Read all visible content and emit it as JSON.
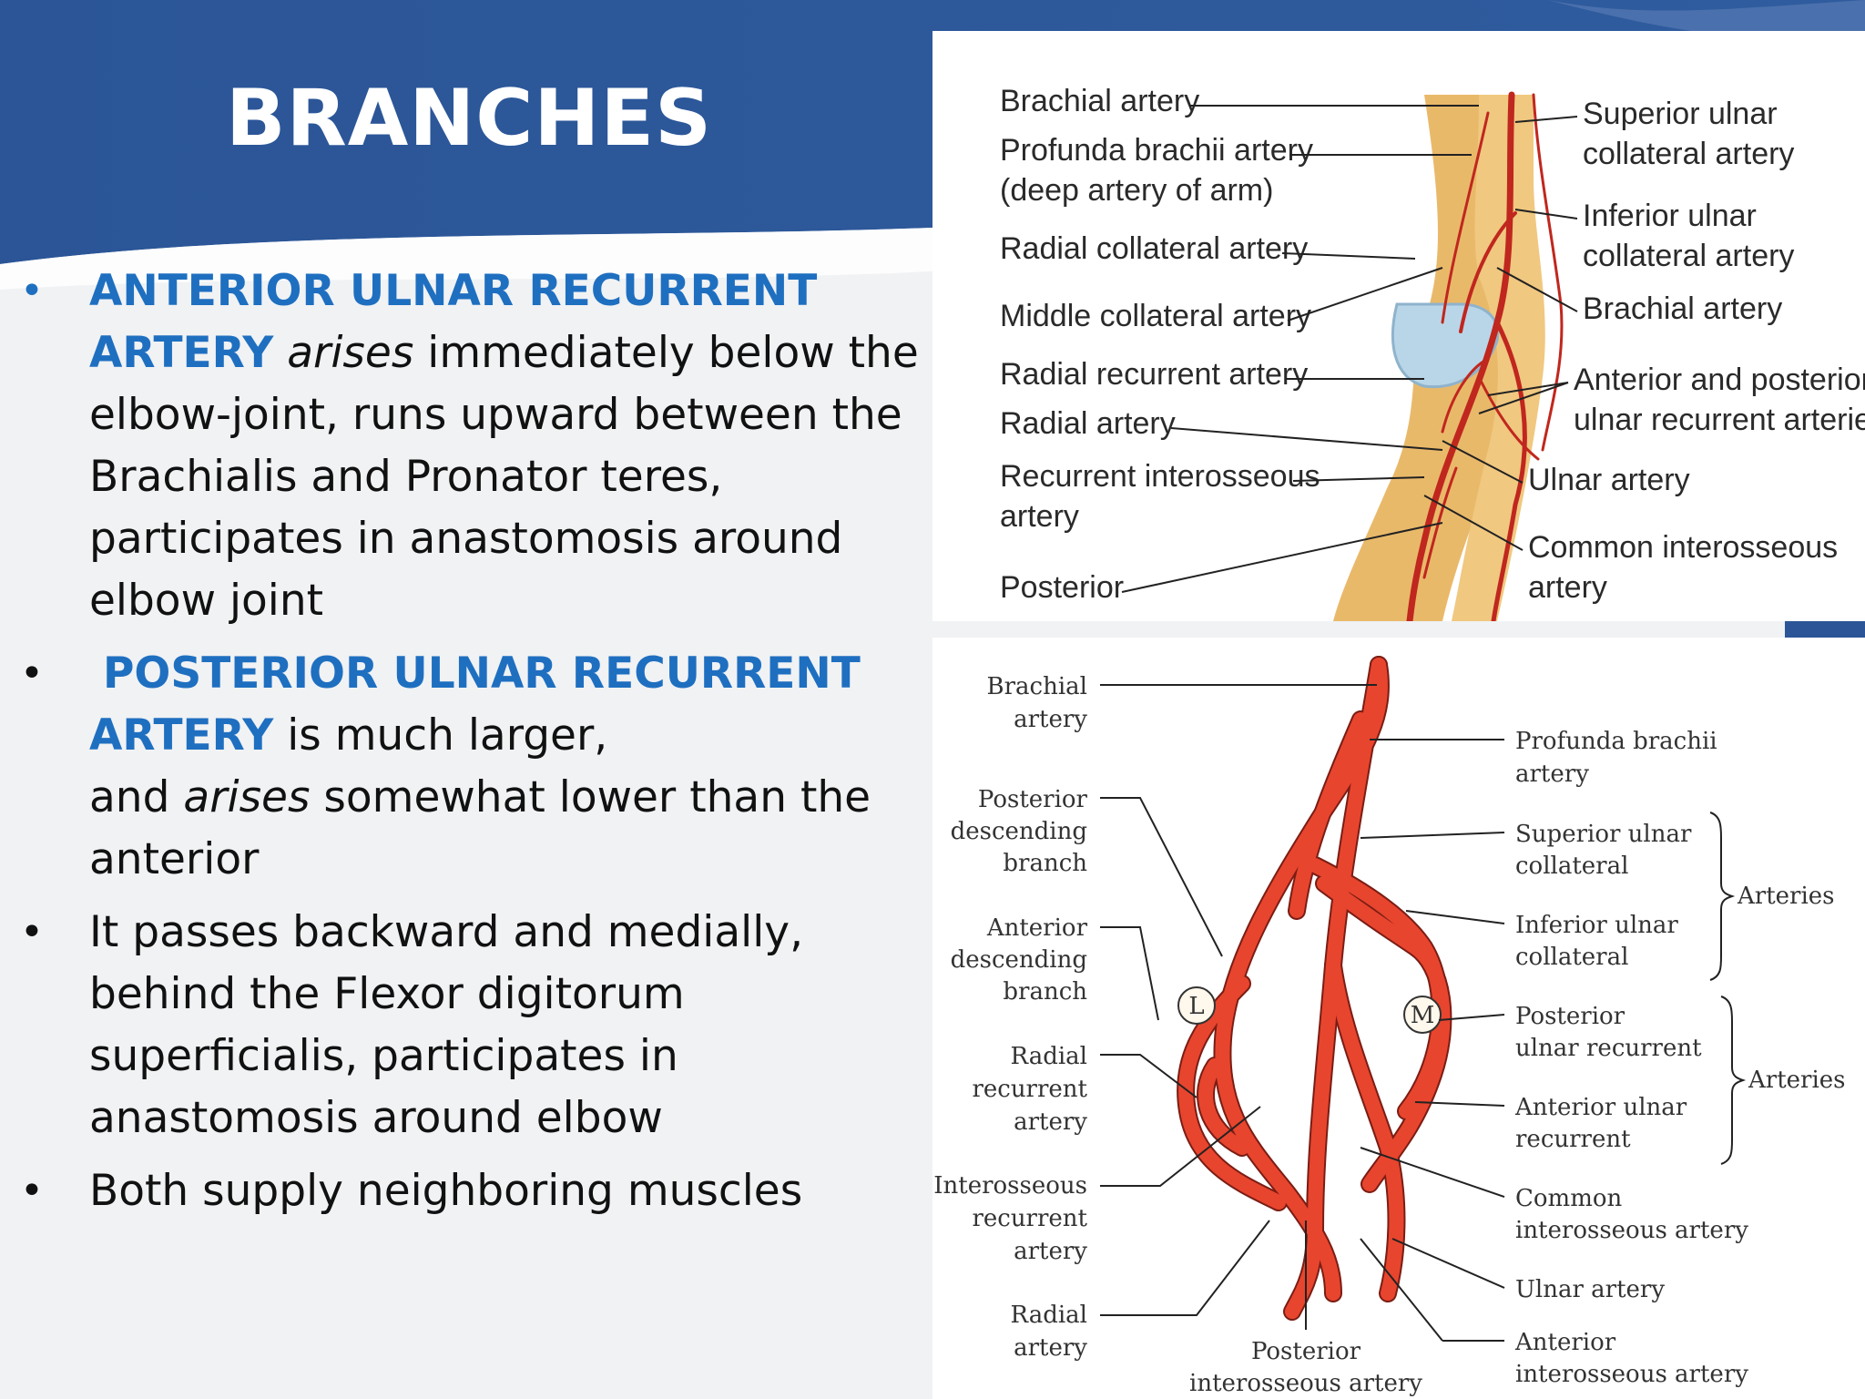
{
  "slide": {
    "title": "BRANCHES",
    "colors": {
      "header_blue": "#2b5597",
      "keyword_blue": "#1f6fc0",
      "artery_red": "#e8452e"
    },
    "bullets": [
      {
        "keyword_1": "ANTERIOR ULNAR RECURRENT",
        "keyword_2": "ARTERY",
        "italic": "arises",
        "text_1": "immediately below the",
        "text_2": "elbow-joint, runs upward between the",
        "text_3": "Brachialis and Pronator teres,",
        "text_4": "participates in anastomosis around",
        "text_5": "elbow joint"
      },
      {
        "keyword_1": "POSTERIOR ULNAR RECURRENT",
        "keyword_2": "ARTERY",
        "text_1": "is much larger,",
        "text_2a": "and",
        "italic": "arises",
        "text_2b": "somewhat lower than the",
        "text_3": "anterior"
      },
      {
        "text_1": "It passes backward and medially,",
        "text_2": "behind the Flexor digitorum",
        "text_3": "superficialis, participates in",
        "text_4": "anastomosis around elbow"
      },
      {
        "text_1": "Both supply neighboring muscles"
      }
    ]
  },
  "diagram_top": {
    "left_labels": [
      "Brachial artery",
      "Profunda brachii artery",
      "(deep artery of arm)",
      "Radial collateral artery",
      "Middle collateral artery",
      "Radial recurrent artery",
      "Radial artery",
      "Recurrent interosseous",
      "artery",
      "Posterior"
    ],
    "right_labels": [
      "Superior ulnar",
      "collateral artery",
      "Inferior ulnar",
      "collateral artery",
      "Brachial artery",
      "Anterior and posterior",
      "ulnar recurrent arteries",
      "Ulnar artery",
      "Common interosseous",
      "artery"
    ]
  },
  "diagram_bottom": {
    "left_labels": [
      "Brachial",
      "artery",
      "Posterior",
      "descending",
      "branch",
      "Anterior",
      "descending",
      "branch",
      "Radial",
      "recurrent",
      "artery",
      "Interosseous",
      "recurrent",
      "artery",
      "Radial",
      "artery"
    ],
    "right_labels": [
      "Profunda brachii",
      "artery",
      "Superior ulnar",
      "collateral",
      "Inferior ulnar",
      "collateral",
      "Posterior",
      "ulnar recurrent",
      "Anterior ulnar",
      "recurrent",
      "Common",
      "interosseous artery",
      "Ulnar artery",
      "Anterior",
      "interosseous artery"
    ],
    "bottom_labels": [
      "Posterior",
      "interosseous artery"
    ],
    "group_labels": [
      "Arteries",
      "Arteries"
    ],
    "markers": [
      "L",
      "M"
    ]
  }
}
